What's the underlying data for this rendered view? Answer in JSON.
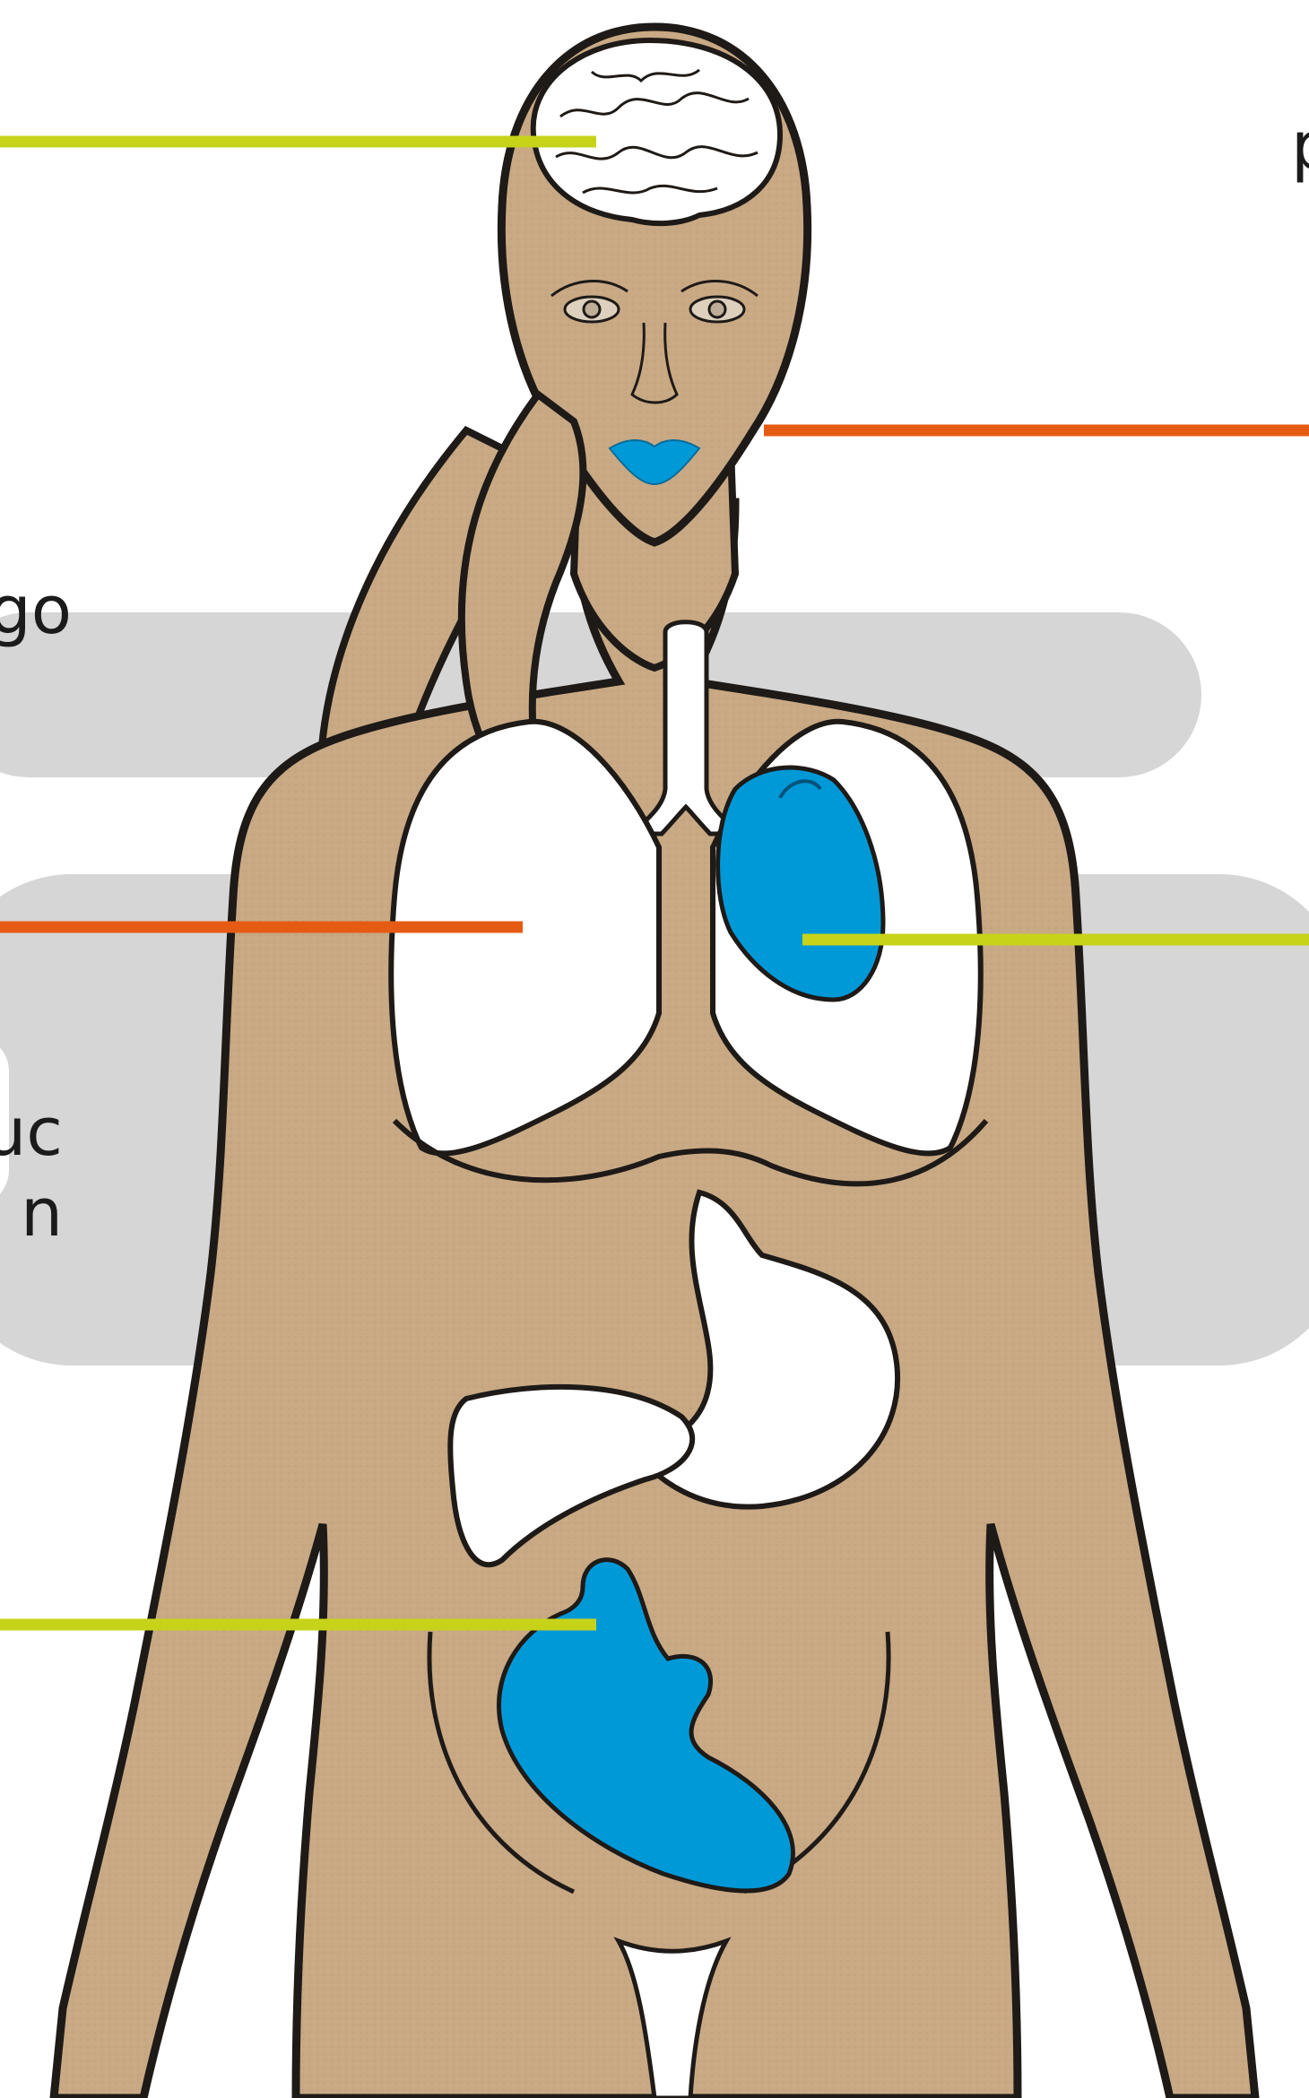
{
  "labels": {
    "top_right_fragment": "p",
    "left_fragment_1": "go",
    "left_fragment_2": "uc\nn"
  },
  "colors": {
    "skin": "#c8a984",
    "outline": "#1e1a17",
    "organ_white": "#ffffff",
    "organ_blue": "#0099d8",
    "leader_green": "#c7d319",
    "leader_orange": "#e65b14",
    "background_band": "#d6d6d6"
  },
  "leaders": [
    {
      "organ": "brain",
      "color": "green"
    },
    {
      "organ": "mouth",
      "color": "orange"
    },
    {
      "organ": "lungs",
      "color": "orange"
    },
    {
      "organ": "heart",
      "color": "green"
    },
    {
      "organ": "fetus",
      "color": "green"
    }
  ]
}
